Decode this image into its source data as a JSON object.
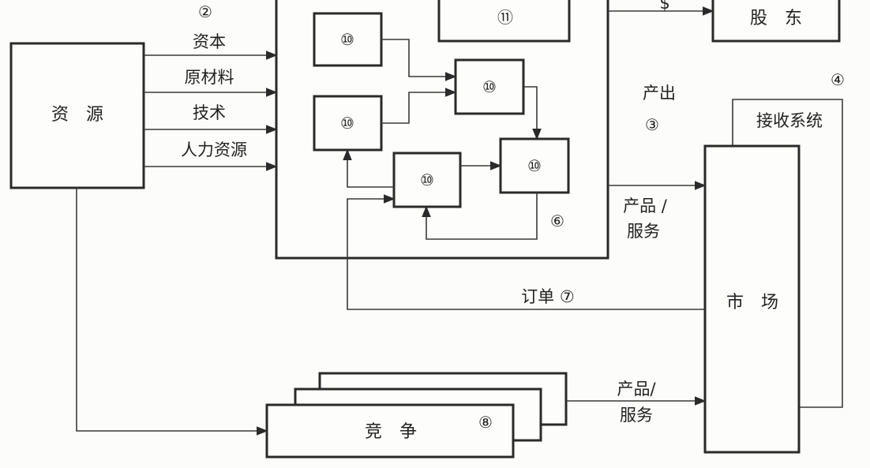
{
  "labels": {
    "resources": "资　源",
    "inputs_num": "②",
    "capital": "资本",
    "materials": "原材料",
    "technology": "技术",
    "hr": "人力资源",
    "unit": "⑩",
    "top_unit": "⑪",
    "dollar": "$",
    "shareholders": "股　东",
    "output": "产出",
    "output_num": "③",
    "receiver_num": "④",
    "receiver": "接收系统",
    "product_service_1a": "产品 /",
    "product_service_1b": "服务",
    "feedback_num": "⑥",
    "orders": "订单 ⑦",
    "market": "市　场",
    "competition": "竞　争",
    "competition_num": "⑧",
    "product_service_2a": "产品/",
    "product_service_2b": "服务"
  }
}
